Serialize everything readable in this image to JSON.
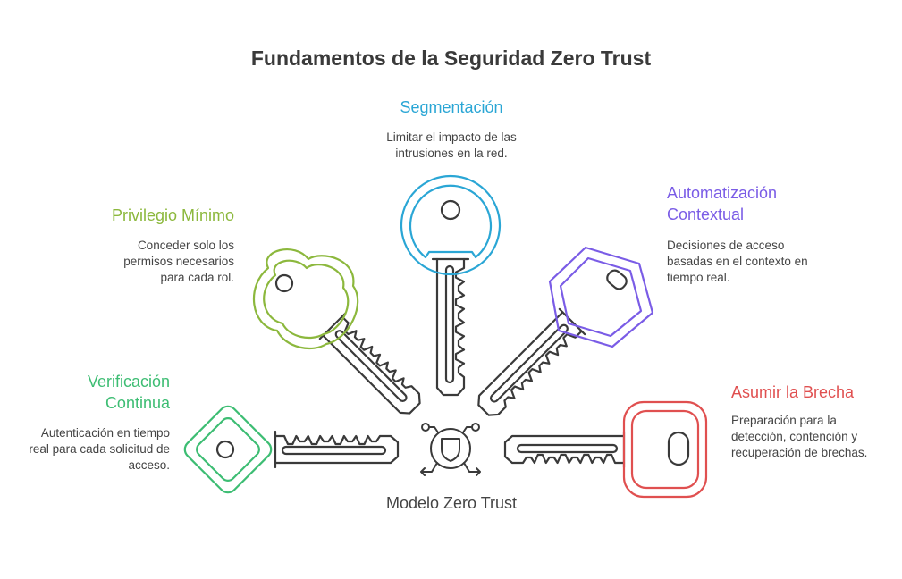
{
  "title": "Fundamentos de la Seguridad Zero Trust",
  "center_label": "Modelo Zero Trust",
  "items": [
    {
      "heading": "Segmentación",
      "description": "Limitar el impacto de las intrusiones en la red.",
      "color": "#2aa6d5"
    },
    {
      "heading": "Privilegio Mínimo",
      "description": "Conceder solo los permisos necesarios para cada rol.",
      "color": "#8cb83d"
    },
    {
      "heading": "Automatización Contextual",
      "description": "Decisiones de acceso basadas en el contexto en tiempo real.",
      "color": "#7a5ce6"
    },
    {
      "heading": "Verificación Continua",
      "description": "Autenticación en tiempo real para cada solicitud de acceso.",
      "color": "#3dbd73"
    },
    {
      "heading": "Asumir la Brecha",
      "description": "Preparación para la detección, contención y recuperación de brechas.",
      "color": "#e05050"
    }
  ]
}
